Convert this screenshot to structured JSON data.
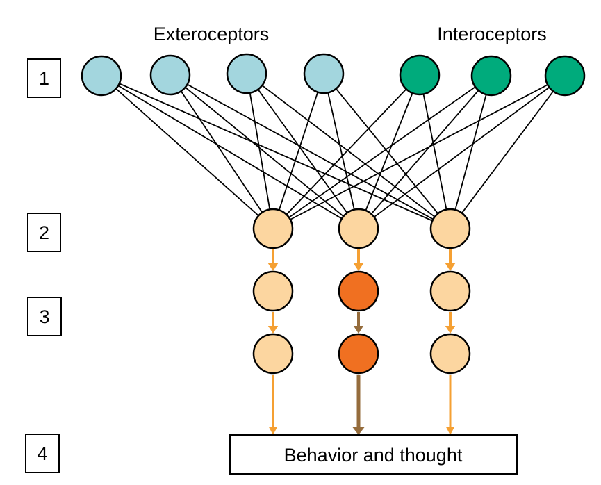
{
  "diagram": {
    "group_labels": {
      "exteroceptors": "Exteroceptors",
      "interoceptors": "Interoceptors"
    },
    "levels": [
      "1",
      "2",
      "3",
      "4"
    ],
    "output_label": "Behavior and thought",
    "colors": {
      "exteroceptor": "#a3d6de",
      "interoceptor": "#00ab7c",
      "hidden_light": "#fcd6a0",
      "hidden_active": "#f07021",
      "arrow_light": "#f5a033",
      "arrow_active": "#956c3c",
      "connection": "#000000"
    },
    "input_nodes": [
      {
        "type": "exteroceptor"
      },
      {
        "type": "exteroceptor"
      },
      {
        "type": "exteroceptor"
      },
      {
        "type": "exteroceptor"
      },
      {
        "type": "interoceptor"
      },
      {
        "type": "interoceptor"
      },
      {
        "type": "interoceptor"
      }
    ],
    "columns": [
      {
        "layer2": "hidden_light",
        "layer3a": "hidden_light",
        "layer3b": "hidden_light",
        "arrow": "arrow_light"
      },
      {
        "layer2": "hidden_light",
        "layer3a": "hidden_active",
        "layer3b": "hidden_active",
        "arrow": "arrow_active"
      },
      {
        "layer2": "hidden_light",
        "layer3a": "hidden_light",
        "layer3b": "hidden_light",
        "arrow": "arrow_light"
      }
    ],
    "connectivity": "full"
  }
}
